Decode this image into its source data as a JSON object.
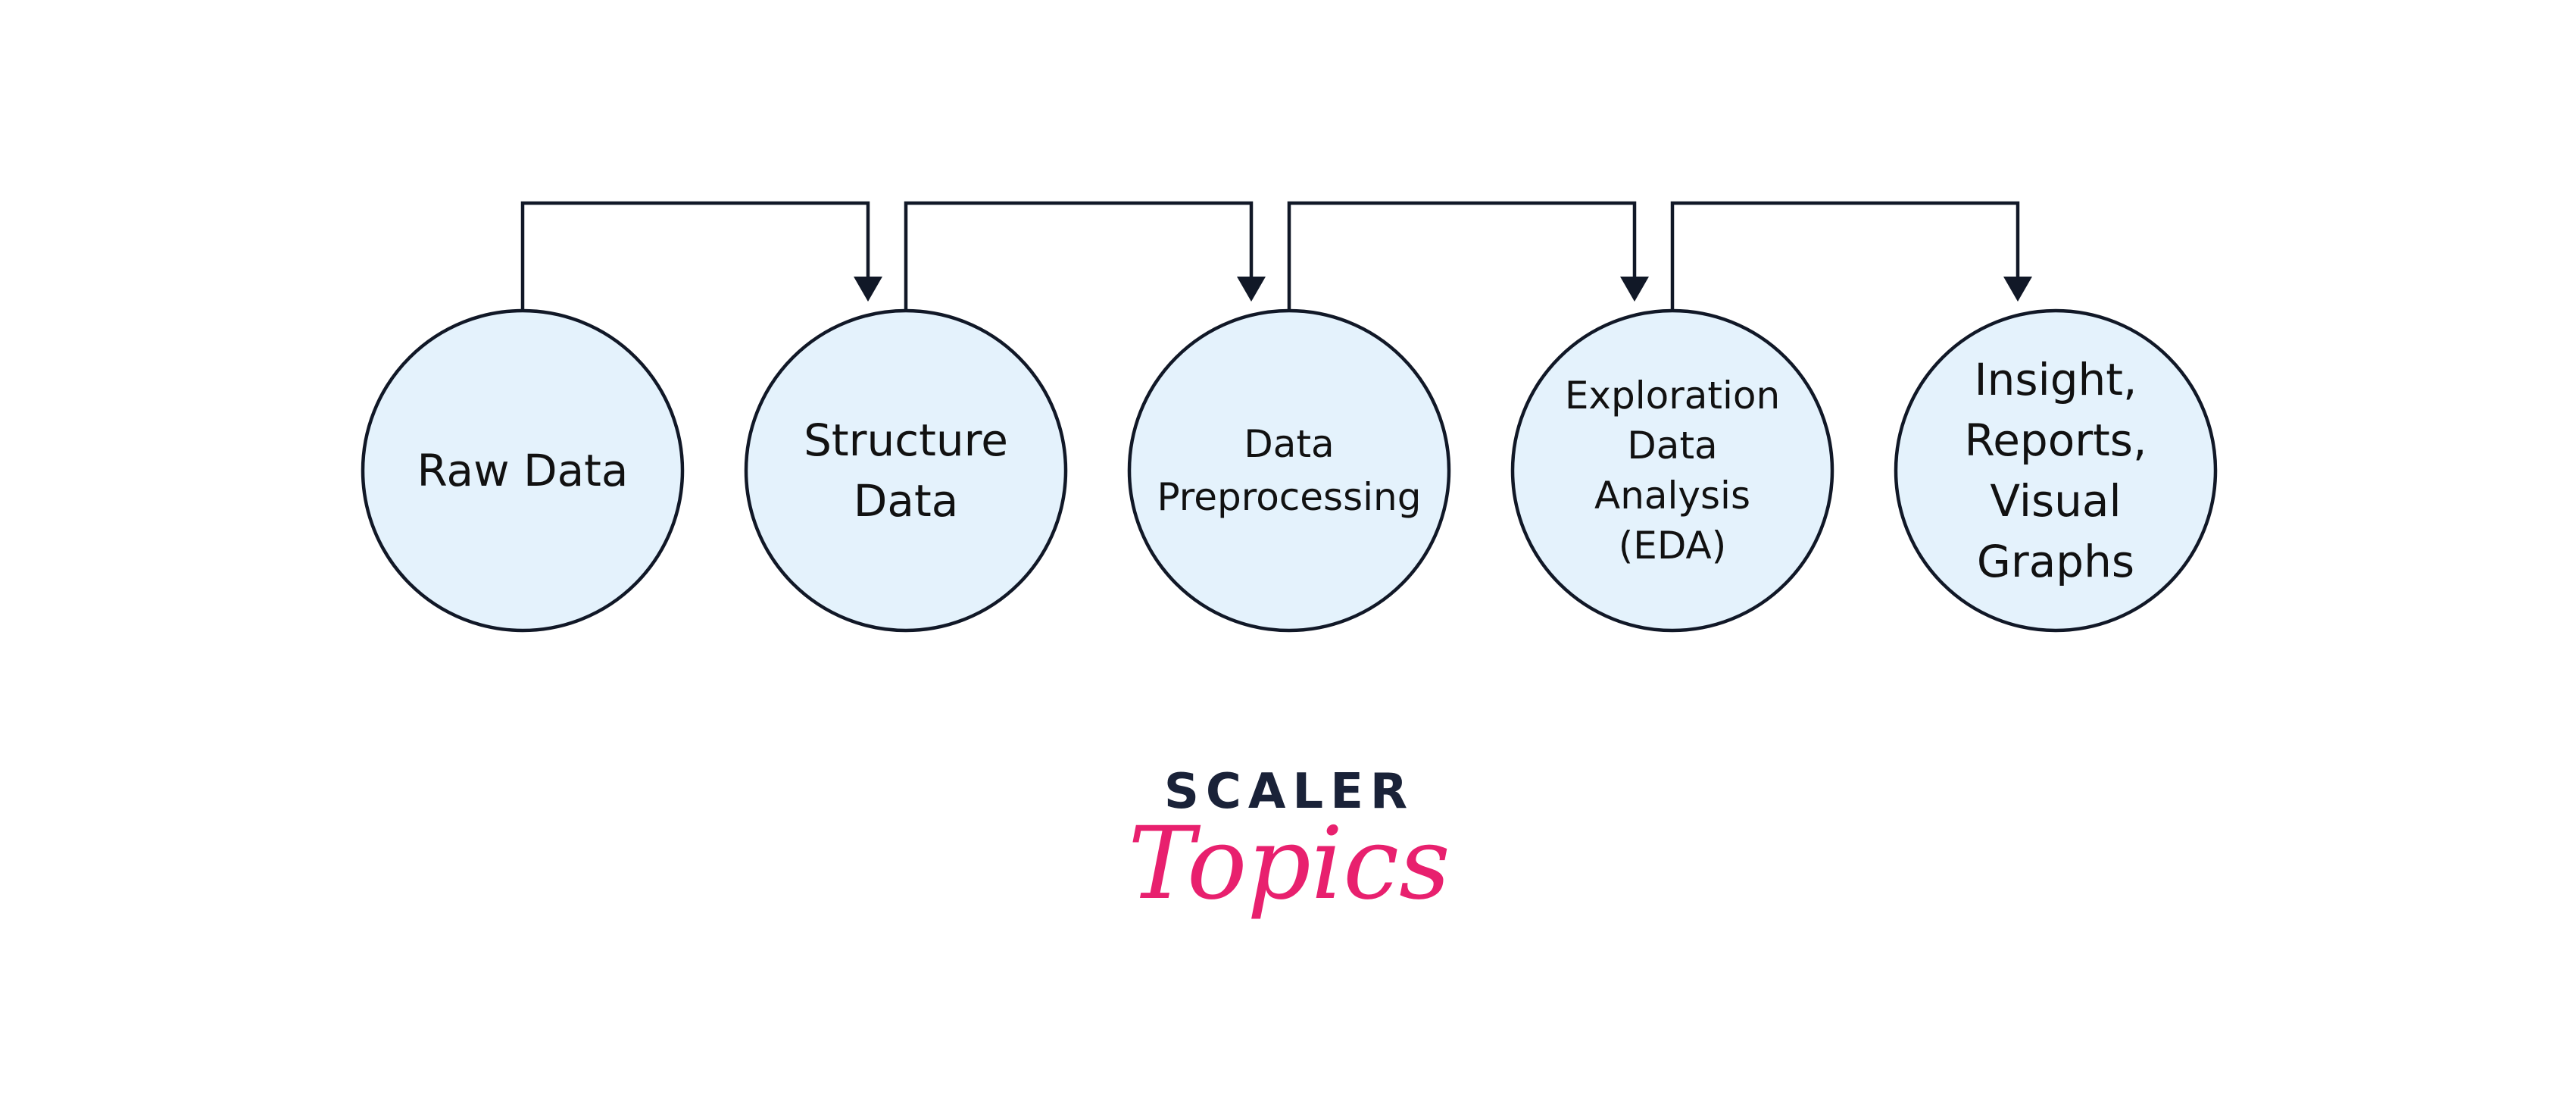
{
  "nodes": [
    {
      "id": "raw-data",
      "label": "Raw Data",
      "lines": [
        "Raw Data"
      ]
    },
    {
      "id": "structure-data",
      "label": "Structure Data",
      "lines": [
        "Structure",
        "Data"
      ]
    },
    {
      "id": "data-preprocessing",
      "label": "Data Preprocessing",
      "lines": [
        "Data",
        "Preprocessing"
      ]
    },
    {
      "id": "exploration-data-analysis",
      "label": "Exploration Data Analysis (EDA)",
      "lines": [
        "Exploration",
        "Data",
        "Analysis",
        "(EDA)"
      ]
    },
    {
      "id": "insight-reports-visual-graphs",
      "label": "Insight, Reports, Visual Graphs",
      "lines": [
        "Insight,",
        "Reports,",
        "Visual",
        "Graphs"
      ]
    }
  ],
  "edges": [
    {
      "from": "raw-data",
      "to": "structure-data"
    },
    {
      "from": "structure-data",
      "to": "data-preprocessing"
    },
    {
      "from": "data-preprocessing",
      "to": "exploration-data-analysis"
    },
    {
      "from": "exploration-data-analysis",
      "to": "insight-reports-visual-graphs"
    }
  ],
  "logo": {
    "top_word": "SCALER",
    "script_word": "Topics",
    "colors": {
      "top_word": "#1a2238",
      "script_word": "#e8206e"
    }
  },
  "colors": {
    "node_fill": "#e4f2fc",
    "stroke": "#111827",
    "text": "#111111"
  }
}
